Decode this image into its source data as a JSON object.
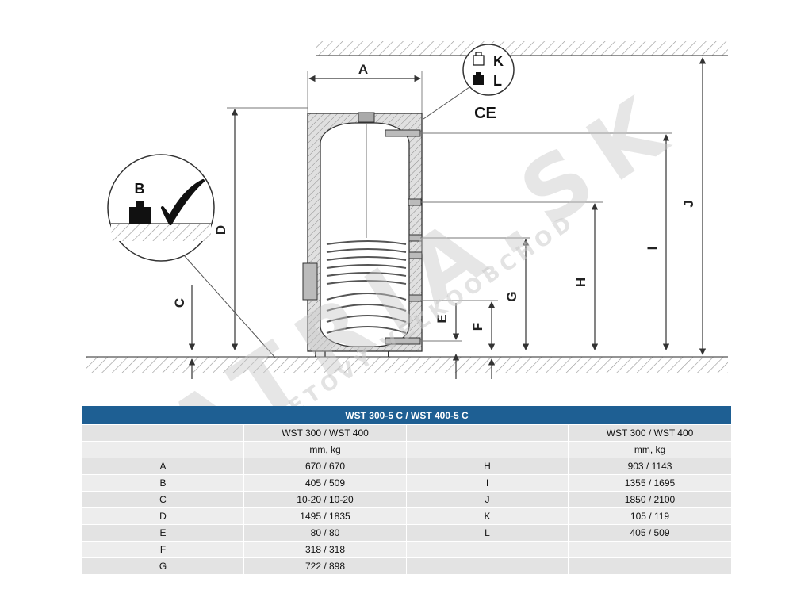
{
  "diagram": {
    "dimension_labels": {
      "A": "A",
      "B": "B",
      "C": "C",
      "D": "D",
      "E": "E",
      "F": "F",
      "G": "G",
      "H": "H",
      "I": "I",
      "J": "J",
      "K": "K",
      "L": "L"
    },
    "ce_mark": "CE",
    "watermark": {
      "main": "ATRIA.SK",
      "sub": "INTERNETOVÝ VEĽKOOBCHOD"
    },
    "icons": [
      "empty-weight-icon",
      "full-weight-icon",
      "checkmark-icon",
      "weight-icon"
    ]
  },
  "table": {
    "title": "WST 300-5 C / WST 400-5 C",
    "header_left": "WST 300 / WST 400",
    "header_right": "WST 300 / WST 400",
    "units_left": "mm, kg",
    "units_right": "mm, kg",
    "left": [
      {
        "label": "A",
        "value": "670 / 670"
      },
      {
        "label": "B",
        "value": "405 / 509"
      },
      {
        "label": "C",
        "value": "10-20 / 10-20"
      },
      {
        "label": "D",
        "value": "1495 / 1835"
      },
      {
        "label": "E",
        "value": "80 / 80"
      },
      {
        "label": "F",
        "value": "318 / 318"
      },
      {
        "label": "G",
        "value": "722 / 898"
      }
    ],
    "right": [
      {
        "label": "H",
        "value": "903 / 1143"
      },
      {
        "label": "I",
        "value": "1355 / 1695"
      },
      {
        "label": "J",
        "value": "1850 / 2100"
      },
      {
        "label": "K",
        "value": "105 / 119"
      },
      {
        "label": "L",
        "value": "405 / 509"
      },
      {
        "label": "",
        "value": ""
      },
      {
        "label": "",
        "value": ""
      }
    ]
  }
}
